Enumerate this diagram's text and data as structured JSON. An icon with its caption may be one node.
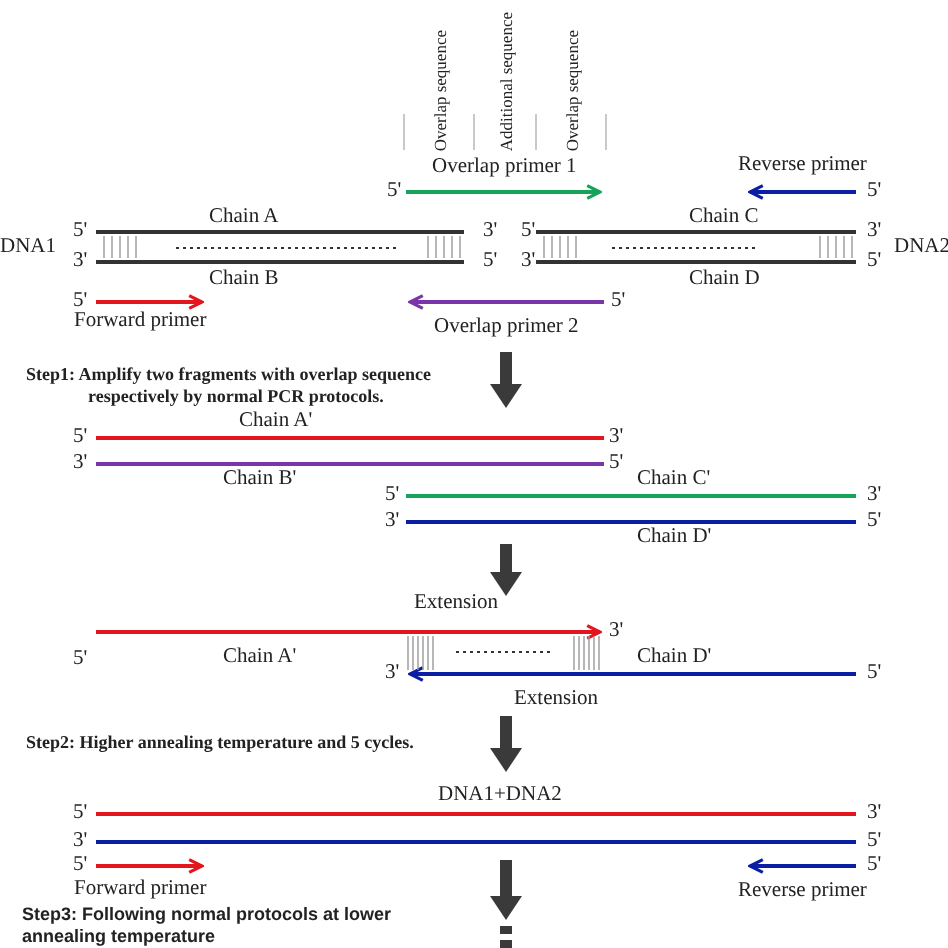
{
  "diagram": {
    "labels": [
      "Overlap sequence",
      "Additional sequence",
      "Overlap sequence",
      "Overlap primer 1",
      "Reverse primer",
      "5'",
      "5'",
      "DNA1",
      "5'",
      "Chain A",
      "3'",
      "5'",
      "Chain C",
      "3'",
      "DNA2",
      "3'",
      "5'",
      "3'",
      "5'",
      "Chain B",
      "Chain D",
      "5'",
      "5'",
      "Forward primer",
      "Overlap primer 2",
      "Step1: Amplify two fragments with overlap sequence respectively by normal PCR protocols.",
      "Chain A'",
      "5'",
      "3'",
      "3'",
      "5'",
      "Chain B'",
      "Chain C'",
      "5'",
      "3'",
      "3'",
      "5'",
      "Chain D'",
      "Extension",
      "3'",
      "5'",
      "Chain A'",
      "Chain D'",
      "3'",
      "5'",
      "Extension",
      "Step2: Higher annealing temperature and 5 cycles.",
      "DNA1+DNA2",
      "5'",
      "3'",
      "3'",
      "5'",
      "5'",
      "5'",
      "Forward primer",
      "Reverse primer",
      "Step3: Following normal protocols at lower annealing temperature"
    ]
  }
}
